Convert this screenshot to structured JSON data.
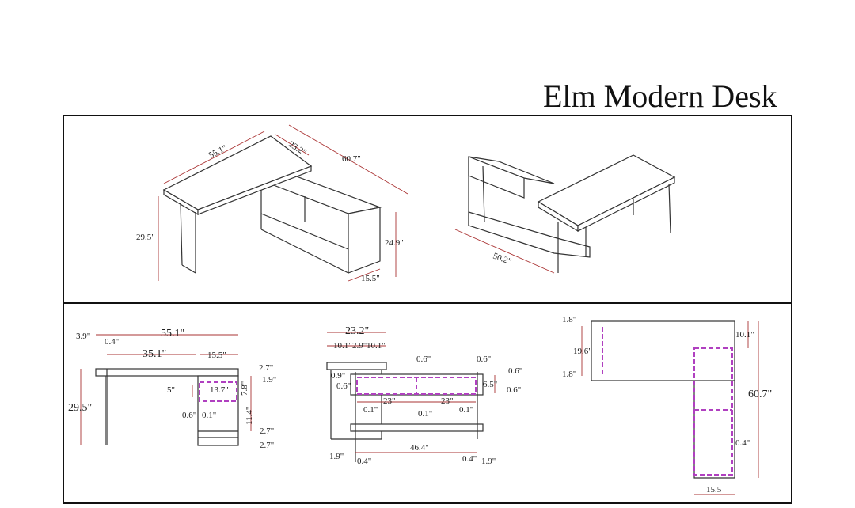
{
  "title": "Elm Modern Desk",
  "iso_left": {
    "width": "55.1\"",
    "depth": "23.2\"",
    "length": "60.7\"",
    "height": "29.5\"",
    "cabinet_height": "24.9\"",
    "cabinet_width": "15.5\""
  },
  "iso_right": {
    "length": "50.2\""
  },
  "side_view": {
    "total": "55.1\"",
    "overhang": "3.9\"",
    "leg": "0.4\"",
    "span": "35.1\"",
    "cabinet": "15.5\"",
    "height": "29.5\"",
    "top_thk": "2.7\"",
    "gap": "1.9\"",
    "drawer_h": "5\"",
    "drawer_w": "13.7\"",
    "drawer_zone": "7.8\"",
    "open": "11.4\"",
    "shelf1": "2.7\"",
    "shelf2": "2.7\"",
    "side_thk": "0.6\"",
    "gap2": "0.1\""
  },
  "front_view": {
    "depth": "23.2\"",
    "a": "10.1\"",
    "b": "2.9\"",
    "c": "10.1\"",
    "d1": "0.6\"",
    "d2": "0.6\"",
    "r1": "0.6\"",
    "r2": "0.6\"",
    "h": "6.5\"",
    "l1": "0.9\"",
    "l2": "0.6\"",
    "w1": "23\"",
    "w2": "23\"",
    "g1": "0.1\"",
    "g2": "0.1\"",
    "g3": "0.1\"",
    "total": "46.4\"",
    "f1": "1.9\"",
    "f2": "0.4\"",
    "f3": "0.4\"",
    "f4": "1.9\""
  },
  "top_view": {
    "e1": "1.8\"",
    "mid": "19.6\"",
    "e2": "1.8\"",
    "off": "10.1\"",
    "length": "60.7\"",
    "gap": "0.4\"",
    "width": "15.5"
  }
}
